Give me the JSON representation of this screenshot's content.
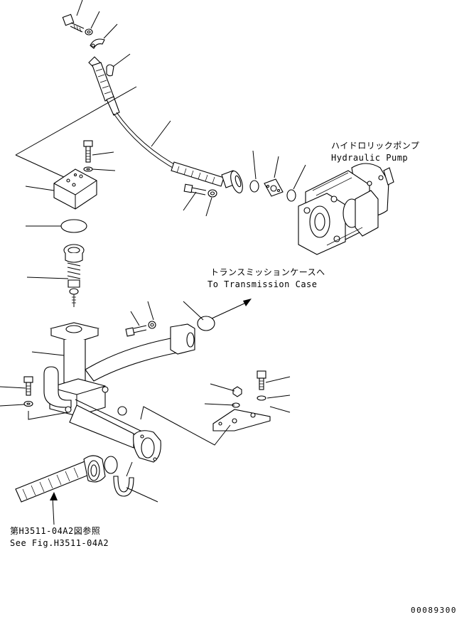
{
  "labels": {
    "hydraulic_pump_jp": "ハイドロリックポンプ",
    "hydraulic_pump_en": "Hydraulic Pump",
    "transmission_case_jp": "トランスミッションケースへ",
    "transmission_case_en": "To Transmission Case",
    "see_fig_jp": "第H3511-04A2図参照",
    "see_fig_en": "See Fig.H3511-04A2",
    "drawing_number": "00089300"
  }
}
